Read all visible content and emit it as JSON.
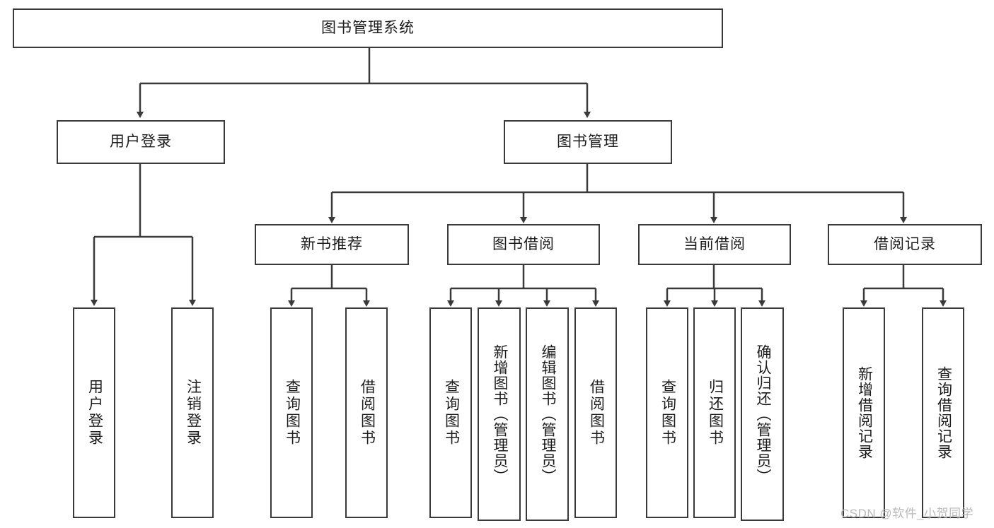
{
  "diagram": {
    "title": "图书管理系统",
    "type": "tree-hierarchy-diagram",
    "stroke_color": "#3a3a3a",
    "background_color": "#ffffff",
    "text_color": "#1c1c1c",
    "levels": [
      {
        "level": 0,
        "nodes": [
          {
            "id": "root",
            "label": "图书管理系统",
            "orientation": "horizontal"
          }
        ]
      },
      {
        "level": 1,
        "nodes": [
          {
            "id": "login",
            "label": "用户登录",
            "orientation": "horizontal"
          },
          {
            "id": "bookmgmt",
            "label": "图书管理",
            "orientation": "horizontal"
          }
        ]
      },
      {
        "level": 2,
        "nodes": [
          {
            "id": "newbook",
            "label": "新书推荐",
            "orientation": "horizontal"
          },
          {
            "id": "borrow",
            "label": "图书借阅",
            "orientation": "horizontal"
          },
          {
            "id": "current",
            "label": "当前借阅",
            "orientation": "horizontal"
          },
          {
            "id": "records",
            "label": "借阅记录",
            "orientation": "horizontal"
          }
        ]
      },
      {
        "level": 3,
        "nodes": [
          {
            "id": "leaf-1",
            "parent": "login",
            "label": "用户登录",
            "orientation": "vertical"
          },
          {
            "id": "leaf-2",
            "parent": "login",
            "label": "注销登录",
            "orientation": "vertical"
          },
          {
            "id": "leaf-3",
            "parent": "newbook",
            "label": "查询图书",
            "orientation": "vertical"
          },
          {
            "id": "leaf-4",
            "parent": "newbook",
            "label": "借阅图书",
            "orientation": "vertical"
          },
          {
            "id": "leaf-5",
            "parent": "borrow",
            "label": "查询图书",
            "orientation": "vertical"
          },
          {
            "id": "leaf-6",
            "parent": "borrow",
            "label": "新增图书（管理员）",
            "orientation": "vertical"
          },
          {
            "id": "leaf-7",
            "parent": "borrow",
            "label": "编辑图书（管理员）",
            "orientation": "vertical"
          },
          {
            "id": "leaf-8",
            "parent": "borrow",
            "label": "借阅图书",
            "orientation": "vertical"
          },
          {
            "id": "leaf-9",
            "parent": "current",
            "label": "查询图书",
            "orientation": "vertical"
          },
          {
            "id": "leaf-10",
            "parent": "current",
            "label": "归还图书",
            "orientation": "vertical"
          },
          {
            "id": "leaf-11",
            "parent": "current",
            "label": "确认归还（管理员）",
            "orientation": "vertical"
          },
          {
            "id": "leaf-12",
            "parent": "records",
            "label": "新增借阅记录",
            "orientation": "vertical"
          },
          {
            "id": "leaf-13",
            "parent": "records",
            "label": "查询借阅记录",
            "orientation": "vertical"
          }
        ]
      }
    ],
    "edges": [
      {
        "from": "root",
        "to": "login"
      },
      {
        "from": "root",
        "to": "bookmgmt"
      },
      {
        "from": "login",
        "to": "leaf-1"
      },
      {
        "from": "login",
        "to": "leaf-2"
      },
      {
        "from": "bookmgmt",
        "to": "newbook"
      },
      {
        "from": "bookmgmt",
        "to": "borrow"
      },
      {
        "from": "bookmgmt",
        "to": "current"
      },
      {
        "from": "bookmgmt",
        "to": "records"
      },
      {
        "from": "newbook",
        "to": "leaf-3"
      },
      {
        "from": "newbook",
        "to": "leaf-4"
      },
      {
        "from": "borrow",
        "to": "leaf-5"
      },
      {
        "from": "borrow",
        "to": "leaf-6"
      },
      {
        "from": "borrow",
        "to": "leaf-7"
      },
      {
        "from": "borrow",
        "to": "leaf-8"
      },
      {
        "from": "current",
        "to": "leaf-9"
      },
      {
        "from": "current",
        "to": "leaf-10"
      },
      {
        "from": "current",
        "to": "leaf-11"
      },
      {
        "from": "records",
        "to": "leaf-12"
      },
      {
        "from": "records",
        "to": "leaf-13"
      }
    ]
  },
  "watermark": {
    "text": "CSDN @软件_小贺同学"
  }
}
